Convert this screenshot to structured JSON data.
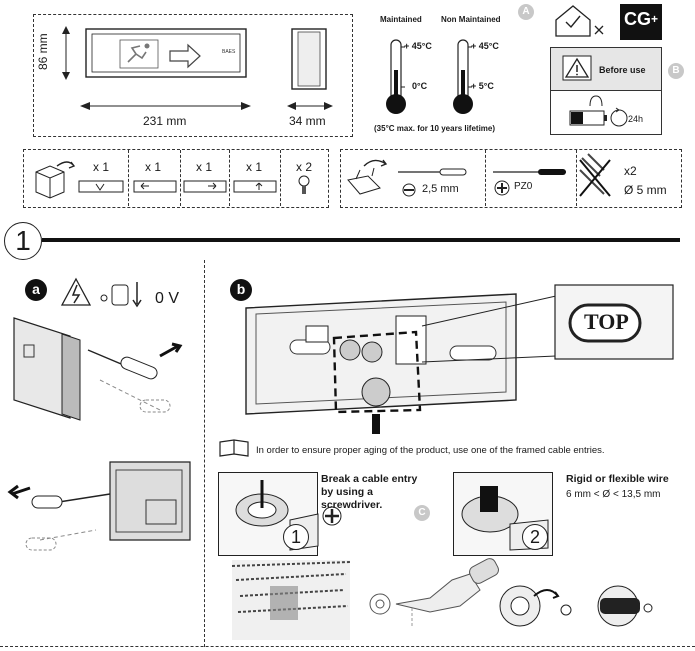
{
  "dimensions": {
    "height": "86 mm",
    "width": "231 mm",
    "depth": "34 mm"
  },
  "temperature": {
    "maintained_label": "Maintained",
    "non_maintained_label": "Non Maintained",
    "maintained_max": "+ 45°C",
    "maintained_min": "0°C",
    "non_maintained_max": "+ 45°C",
    "non_maintained_min": "+ 5°C",
    "note": "(35°C max. for 10 years lifetime)"
  },
  "badges": {
    "a": "A",
    "b": "B",
    "c": "C"
  },
  "logo": {
    "text": "CG",
    "plus": "+"
  },
  "before_use": {
    "label": "Before use",
    "duration": "24h"
  },
  "contents": {
    "qty": [
      "x 1",
      "x 1",
      "x 1",
      "x 1",
      "x 2"
    ]
  },
  "tools": {
    "flat_size": "2,5 mm",
    "phillips": "PZ0"
  },
  "fixings": {
    "qty": "x2",
    "diameter": "Ø 5 mm"
  },
  "step": {
    "number": "1",
    "a": "a",
    "b": "b",
    "voltage": "0 V"
  },
  "top_label": "TOP",
  "instructions": {
    "aging": "In order to ensure proper aging of the product, use one of the framed cable entries.",
    "break_title": "Break a cable entry by using a screwdriver.",
    "wire_title": "Rigid or flexible wire",
    "wire_range": "6 mm < Ø < 13,5 mm",
    "sub1": "1",
    "sub2": "2"
  },
  "colors": {
    "badge_grey": "#c8c8c8",
    "panel_grey": "#e6e6e6",
    "black": "#111111"
  }
}
